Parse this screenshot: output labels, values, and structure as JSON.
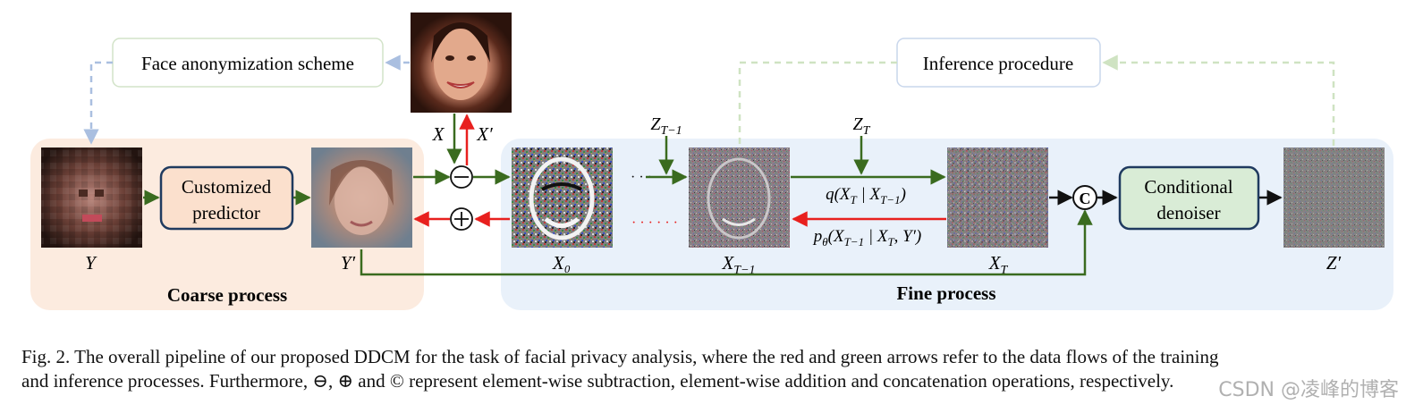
{
  "diagram": {
    "nodes": {
      "face_anonymization": "Face anonymization scheme",
      "inference_procedure": "Inference procedure",
      "customized_predictor": [
        "Customized",
        "predictor"
      ],
      "conditional_denoiser": [
        "Conditional",
        "denoiser"
      ]
    },
    "regions": {
      "coarse": "Coarse process",
      "fine": "Fine process"
    },
    "labels": {
      "Y": "Y",
      "Y_prime": "Y′",
      "X": "X",
      "X_prime": "X′",
      "X0": "X₀",
      "XT1": "X_{T−1}",
      "XT": "X_T",
      "Z_prime": "Z′",
      "ZT1": "Z_{T−1}",
      "ZT": "Z_T",
      "q_formula": "q(X_T | X_{T−1})",
      "p_formula": "p_θ(X_{T−1} | X_T, Y′)",
      "subtract": "⊖",
      "add": "⊕",
      "concat": "©",
      "ellipsis_green": "· · ·",
      "ellipsis_red": "· · · · · ·"
    },
    "colors": {
      "green": "#3a6b1f",
      "red": "#e8201e",
      "navy": "#1f3a5f",
      "coarse_bg": "#fcebdf",
      "fine_bg": "#e9f1fa",
      "predictor_fill": "#fbe0cd",
      "denoiser_fill": "#d9ecd6",
      "dashed_blue": "#aabfe0",
      "dashed_green": "#cfe3c2"
    }
  },
  "caption": {
    "line1": "Fig. 2.  The overall pipeline of our proposed DDCM for the task of facial privacy analysis, where the red and green arrows refer to the data flows of the training",
    "line2": "and inference processes. Furthermore, ⊖, ⊕ and © represent element-wise subtraction, element-wise addition and concatenation operations, respectively."
  },
  "watermark": "CSDN @凌峰的博客"
}
